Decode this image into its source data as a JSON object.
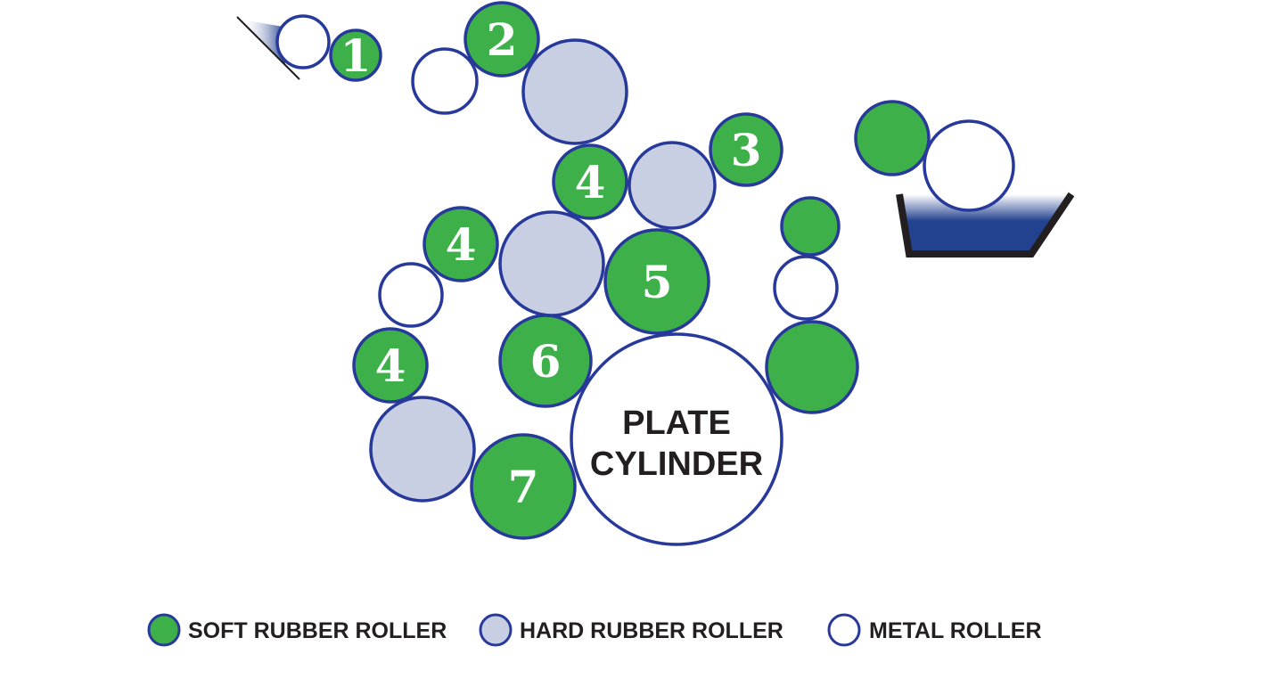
{
  "colors": {
    "soft_rubber": "#3eb049",
    "hard_rubber": "#c8cfe3",
    "metal": "#ffffff",
    "outline": "#27399a",
    "ink": "#22418f",
    "tray": "#231f20",
    "text": "#231f20"
  },
  "plate": {
    "line1": "PLATE",
    "line2": "CYLINDER"
  },
  "rollers": [
    {
      "type": "metal",
      "label": ""
    },
    {
      "type": "soft_rubber",
      "label": "1"
    },
    {
      "type": "soft_rubber",
      "label": "2"
    },
    {
      "type": "metal",
      "label": ""
    },
    {
      "type": "hard_rubber",
      "label": ""
    },
    {
      "type": "soft_rubber",
      "label": "3"
    },
    {
      "type": "soft_rubber",
      "label": "4"
    },
    {
      "type": "hard_rubber",
      "label": ""
    },
    {
      "type": "soft_rubber",
      "label": "4"
    },
    {
      "type": "hard_rubber",
      "label": ""
    },
    {
      "type": "soft_rubber",
      "label": "5"
    },
    {
      "type": "metal",
      "label": ""
    },
    {
      "type": "soft_rubber",
      "label": "4"
    },
    {
      "type": "soft_rubber",
      "label": "6"
    },
    {
      "type": "hard_rubber",
      "label": ""
    },
    {
      "type": "soft_rubber",
      "label": "7"
    },
    {
      "type": "soft_rubber",
      "label": ""
    },
    {
      "type": "metal",
      "label": ""
    },
    {
      "type": "soft_rubber",
      "label": ""
    },
    {
      "type": "soft_rubber",
      "label": ""
    },
    {
      "type": "metal",
      "label": ""
    }
  ],
  "legend": [
    {
      "type": "soft_rubber",
      "label": "SOFT RUBBER ROLLER"
    },
    {
      "type": "hard_rubber",
      "label": "HARD RUBBER ROLLER"
    },
    {
      "type": "metal",
      "label": "METAL ROLLER"
    }
  ]
}
